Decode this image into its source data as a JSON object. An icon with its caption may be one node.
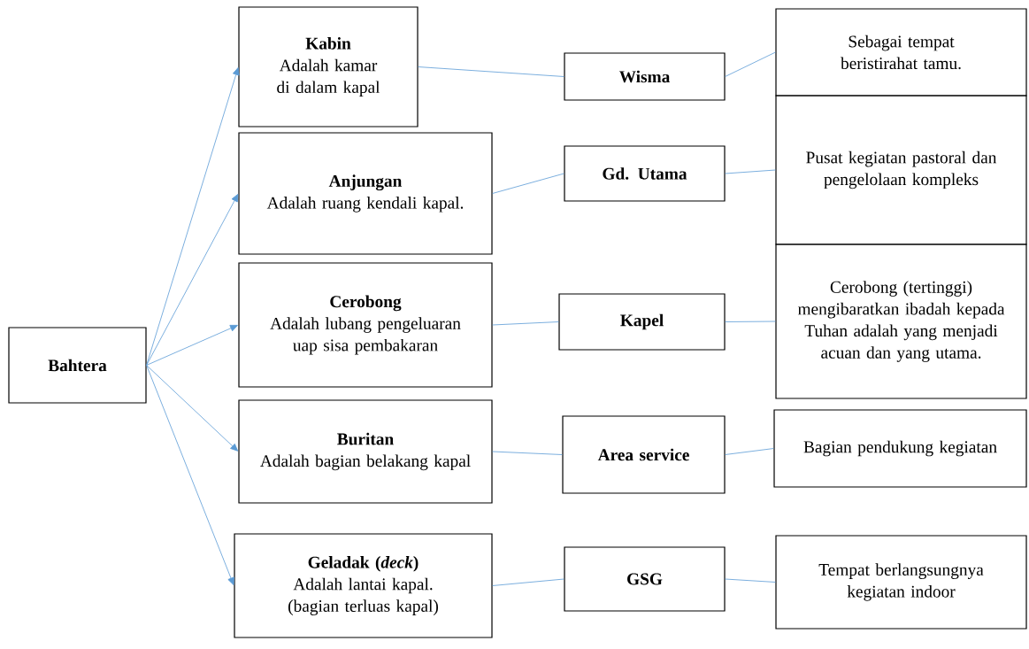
{
  "diagram": {
    "nodes": [
      {
        "text": [
          "Bahtera"
        ]
      },
      {
        "text": [
          "Kabin",
          "Adalah kamar di dalam kapal"
        ]
      },
      {
        "text": [
          "Anjungan",
          "Adalah ruang kendali kapal."
        ]
      },
      {
        "text": [
          "Cerobong",
          "Adalah lubang pengeluaran uap sisa pembakaran"
        ]
      },
      {
        "text": [
          "Buritan",
          "Adalah bagian belakang kapal"
        ]
      },
      {
        "text": [
          "Geladak (*deck*)",
          "Adalah lantai kapal. (bagian terluas kapal)"
        ]
      },
      {
        "text": [
          "Wisma"
        ]
      },
      {
        "text": [
          "Gd. Utama"
        ]
      },
      {
        "text": [
          "Kapel"
        ]
      },
      {
        "text": [
          "Area service"
        ]
      },
      {
        "text": [
          "GSG"
        ]
      },
      {
        "text": [
          "Sebagai tempat beristirahat tamu."
        ]
      },
      {
        "text": [
          "Pusat kegiatan pastoral dan pengelolaan kompleks"
        ]
      },
      {
        "text": [
          "Cerobong (tertinggi) mengibaratkan ibadah kepada Tuhan adalah yang menjadi acuan dan yang utama."
        ]
      },
      {
        "text": [
          "Bagian pendukung kegiatan"
        ]
      },
      {
        "text": [
          "Tempat berlangsungnya kegiatan indoor"
        ]
      }
    ],
    "edges": [
      {
        "from": 0,
        "to": 1,
        "arrow": "to"
      },
      {
        "from": 0,
        "to": 2,
        "arrow": "to"
      },
      {
        "from": 0,
        "to": 3,
        "arrow": "to"
      },
      {
        "from": 0,
        "to": 4,
        "arrow": "to"
      },
      {
        "from": 0,
        "to": 5,
        "arrow": "to"
      },
      {
        "from": 1,
        "to": 6,
        "arrow": "none"
      },
      {
        "from": 2,
        "to": 7,
        "arrow": "none"
      },
      {
        "from": 3,
        "to": 8,
        "arrow": "none"
      },
      {
        "from": 4,
        "to": 9,
        "arrow": "none"
      },
      {
        "from": 5,
        "to": 10,
        "arrow": "none"
      },
      {
        "from": 6,
        "to": 11,
        "arrow": "none"
      },
      {
        "from": 7,
        "to": 12,
        "arrow": "none"
      },
      {
        "from": 8,
        "to": 13,
        "arrow": "none"
      },
      {
        "from": 9,
        "to": 14,
        "arrow": "none"
      },
      {
        "from": 10,
        "to": 15,
        "arrow": "none"
      }
    ]
  }
}
